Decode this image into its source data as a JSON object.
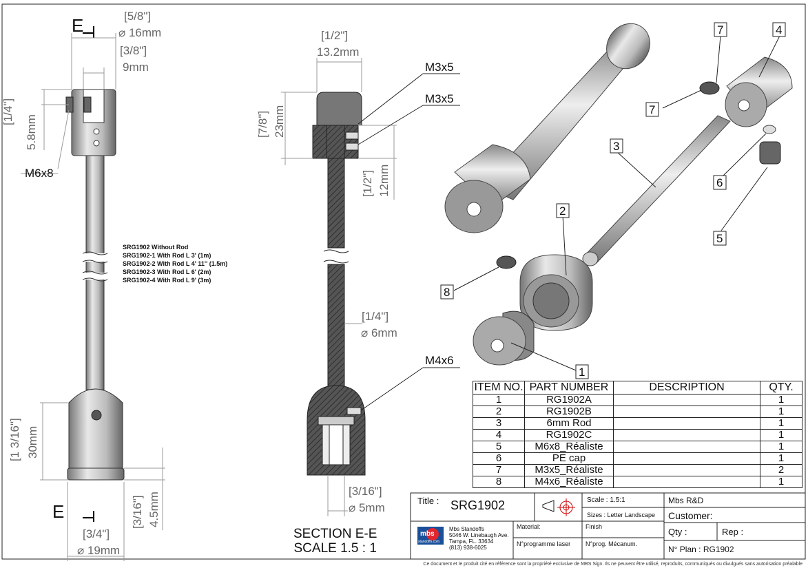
{
  "left_view": {
    "section_letter_top": "E",
    "section_letter_bottom": "E",
    "dims": {
      "top_in": "[5/8\"]",
      "top_mm": "⌀ 16mm",
      "slot_in": "[3/8\"]",
      "slot_mm": "9mm",
      "hole_in": "[1/4\"]",
      "hole_mm": "5.8mm",
      "screw": "M6x8",
      "base_h_in": "[1 3/16\"]",
      "base_h_mm": "30mm",
      "cap_in": "[3/16\"]",
      "cap_mm": "4.5mm",
      "base_d_in": "[3/4\"]",
      "base_d_mm": "⌀ 19mm"
    },
    "notes": [
      "SRG1902 Without Rod",
      "SRG1902-1 With Rod L 3' (1m)",
      "SRG1902-2 With Rod L 4' 11'' (1.5m)",
      "SRG1902-3 With Rod L 6' (2m)",
      "SRG1902-4 With Rod L 9' (3m)"
    ]
  },
  "section_view": {
    "dims": {
      "top_in": "[1/2\"]",
      "top_mm": "13.2mm",
      "head_h_in": "[7/8\"]",
      "head_h_mm": "23mm",
      "m3a": "M3x5",
      "m3b": "M3x5",
      "mid_in": "[1/2\"]",
      "mid_mm": "12mm",
      "rod_in": "[1/4\"]",
      "rod_mm": "⌀ 6mm",
      "m4": "M4x6",
      "bot_in": "[3/16\"]",
      "bot_mm": "⌀ 5mm"
    },
    "title_line1": "SECTION E-E",
    "title_line2": "SCALE 1.5 : 1"
  },
  "balloons": [
    "1",
    "2",
    "3",
    "4",
    "5",
    "6",
    "7",
    "7",
    "8"
  ],
  "bom": {
    "headers": [
      "ITEM NO.",
      "PART NUMBER",
      "DESCRIPTION",
      "QTY."
    ],
    "rows": [
      [
        "1",
        "RG1902A",
        "",
        "1"
      ],
      [
        "2",
        "RG1902B",
        "",
        "1"
      ],
      [
        "3",
        "6mm Rod",
        "",
        "1"
      ],
      [
        "4",
        "RG1902C",
        "",
        "1"
      ],
      [
        "5",
        "M6x8_Réaliste",
        "",
        "1"
      ],
      [
        "6",
        "PE cap",
        "",
        "1"
      ],
      [
        "7",
        "M3x5_Réaliste",
        "",
        "2"
      ],
      [
        "8",
        "M4x6_Réaliste",
        "",
        "1"
      ]
    ]
  },
  "title_block": {
    "title_label": "Title :",
    "title_value": "SRG1902",
    "scale": "Scale : 1.5:1",
    "sizes": "Sizes : Letter Landscape",
    "company": "Mbs R&D",
    "customer": "Customer:",
    "qty": "Qty :",
    "rep": "Rep :",
    "plan": "N° Plan : RG1902",
    "material": "Material:",
    "finish": "Finish",
    "prog_laser": "N°programme laser",
    "prog_meca": "N°prog. Mécanum.",
    "addr1": "Mbs Standoffs",
    "addr2": "5046 W. Linebaugh Ave.",
    "addr3": "Tampa, FL. 33634",
    "addr4": "(813) 938-6025",
    "logo_text": "mbs",
    "logo_sub": "standoffs.com"
  },
  "footer": "Ce document et le produit cité en référence sont la propriété exclusive de MBS Sign. Ils ne peuvent être utilisé, reproduits, communiqués ou divulgués sans autorisation préalable"
}
